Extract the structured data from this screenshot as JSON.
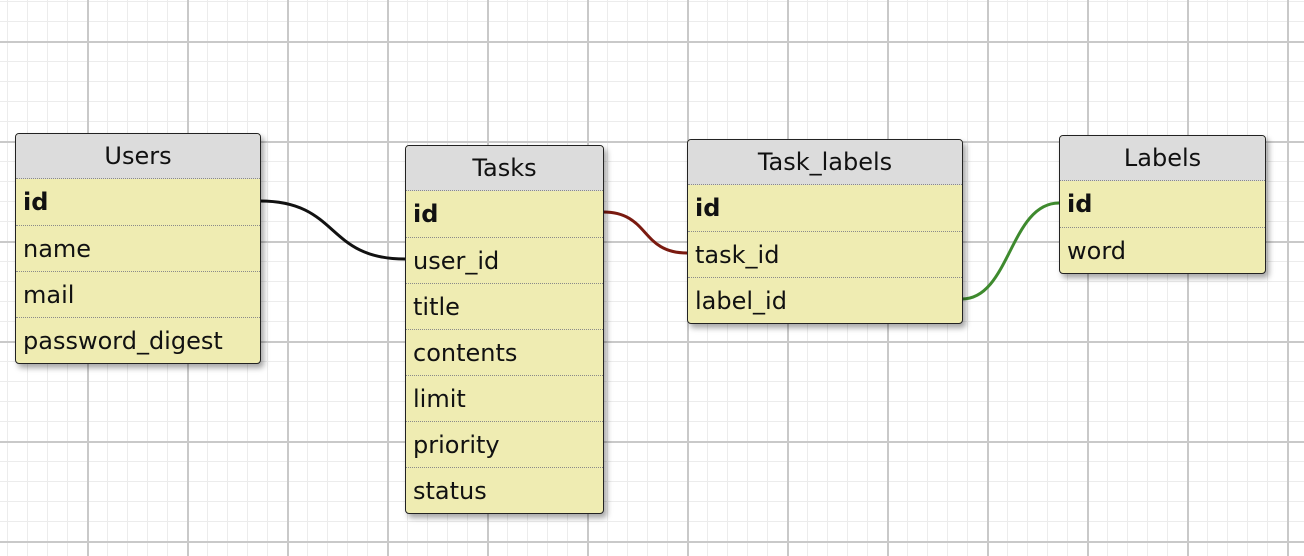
{
  "tables": {
    "users": {
      "title": "Users",
      "fields": [
        "id",
        "name",
        "mail",
        "password_digest"
      ]
    },
    "tasks": {
      "title": "Tasks",
      "fields": [
        "id",
        "user_id",
        "title",
        "contents",
        "limit",
        "priority",
        "status"
      ]
    },
    "task_labels": {
      "title": "Task_labels",
      "fields": [
        "id",
        "task_id",
        "label_id"
      ]
    },
    "labels": {
      "title": "Labels",
      "fields": [
        "id",
        "word"
      ]
    }
  },
  "relationships": [
    {
      "from": "users.id",
      "to": "tasks.user_id",
      "color": "#111111"
    },
    {
      "from": "tasks.id",
      "to": "task_labels.task_id",
      "color": "#7a1a10"
    },
    {
      "from": "labels.id",
      "to": "task_labels.label_id",
      "color": "#3e8a2e"
    }
  ]
}
